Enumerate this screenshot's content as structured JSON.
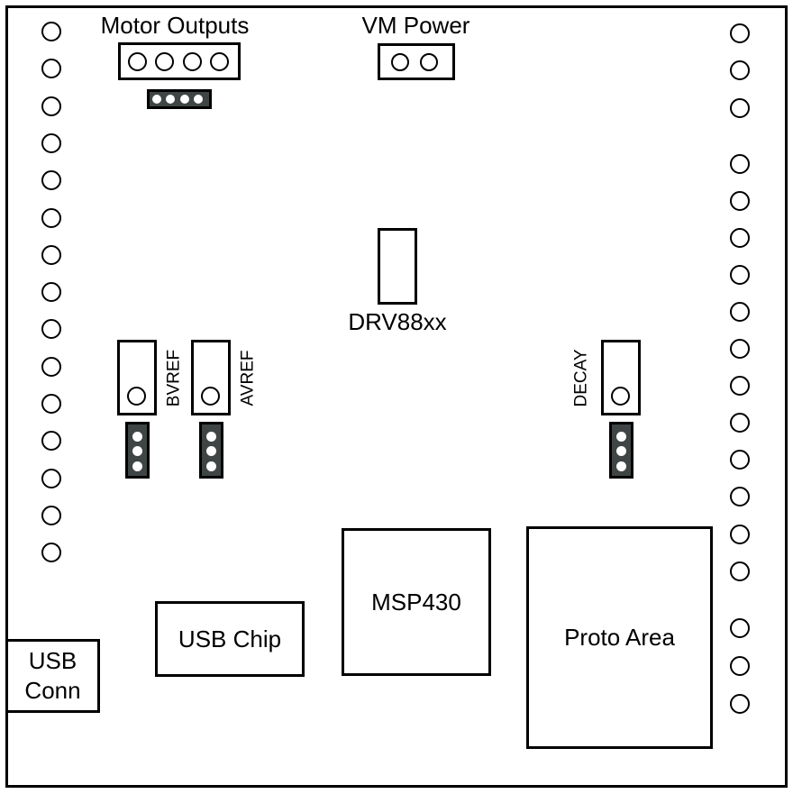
{
  "figure": {
    "type": "pcb-board-layout-diagram",
    "labels": {
      "motor_outputs": "Motor Outputs",
      "vm_power": "VM Power",
      "driver_chip": "DRV88xx",
      "bvref": "BVREF",
      "avref": "AVREF",
      "decay": "DECAY",
      "usb_conn": [
        "USB",
        "Conn"
      ],
      "usb_chip": "USB Chip",
      "mcu": "MSP430",
      "proto_area": "Proto Area"
    },
    "pins": {
      "left_header_count": 15,
      "right_header_groups": [
        3,
        12,
        3
      ],
      "motor_output_pin_count": 4,
      "motor_jumper_pin_count": 4,
      "vm_power_pin_count": 2,
      "bvref_pot_pin_count": 1,
      "avref_pot_pin_count": 1,
      "decay_pot_pin_count": 1,
      "bvref_jumper_pin_count": 3,
      "avref_jumper_pin_count": 3,
      "decay_jumper_pin_count": 3
    },
    "colors": {
      "line": "#000000",
      "jumper_fill": "#3F4545",
      "background": "#ffffff",
      "text": "#000000"
    }
  }
}
